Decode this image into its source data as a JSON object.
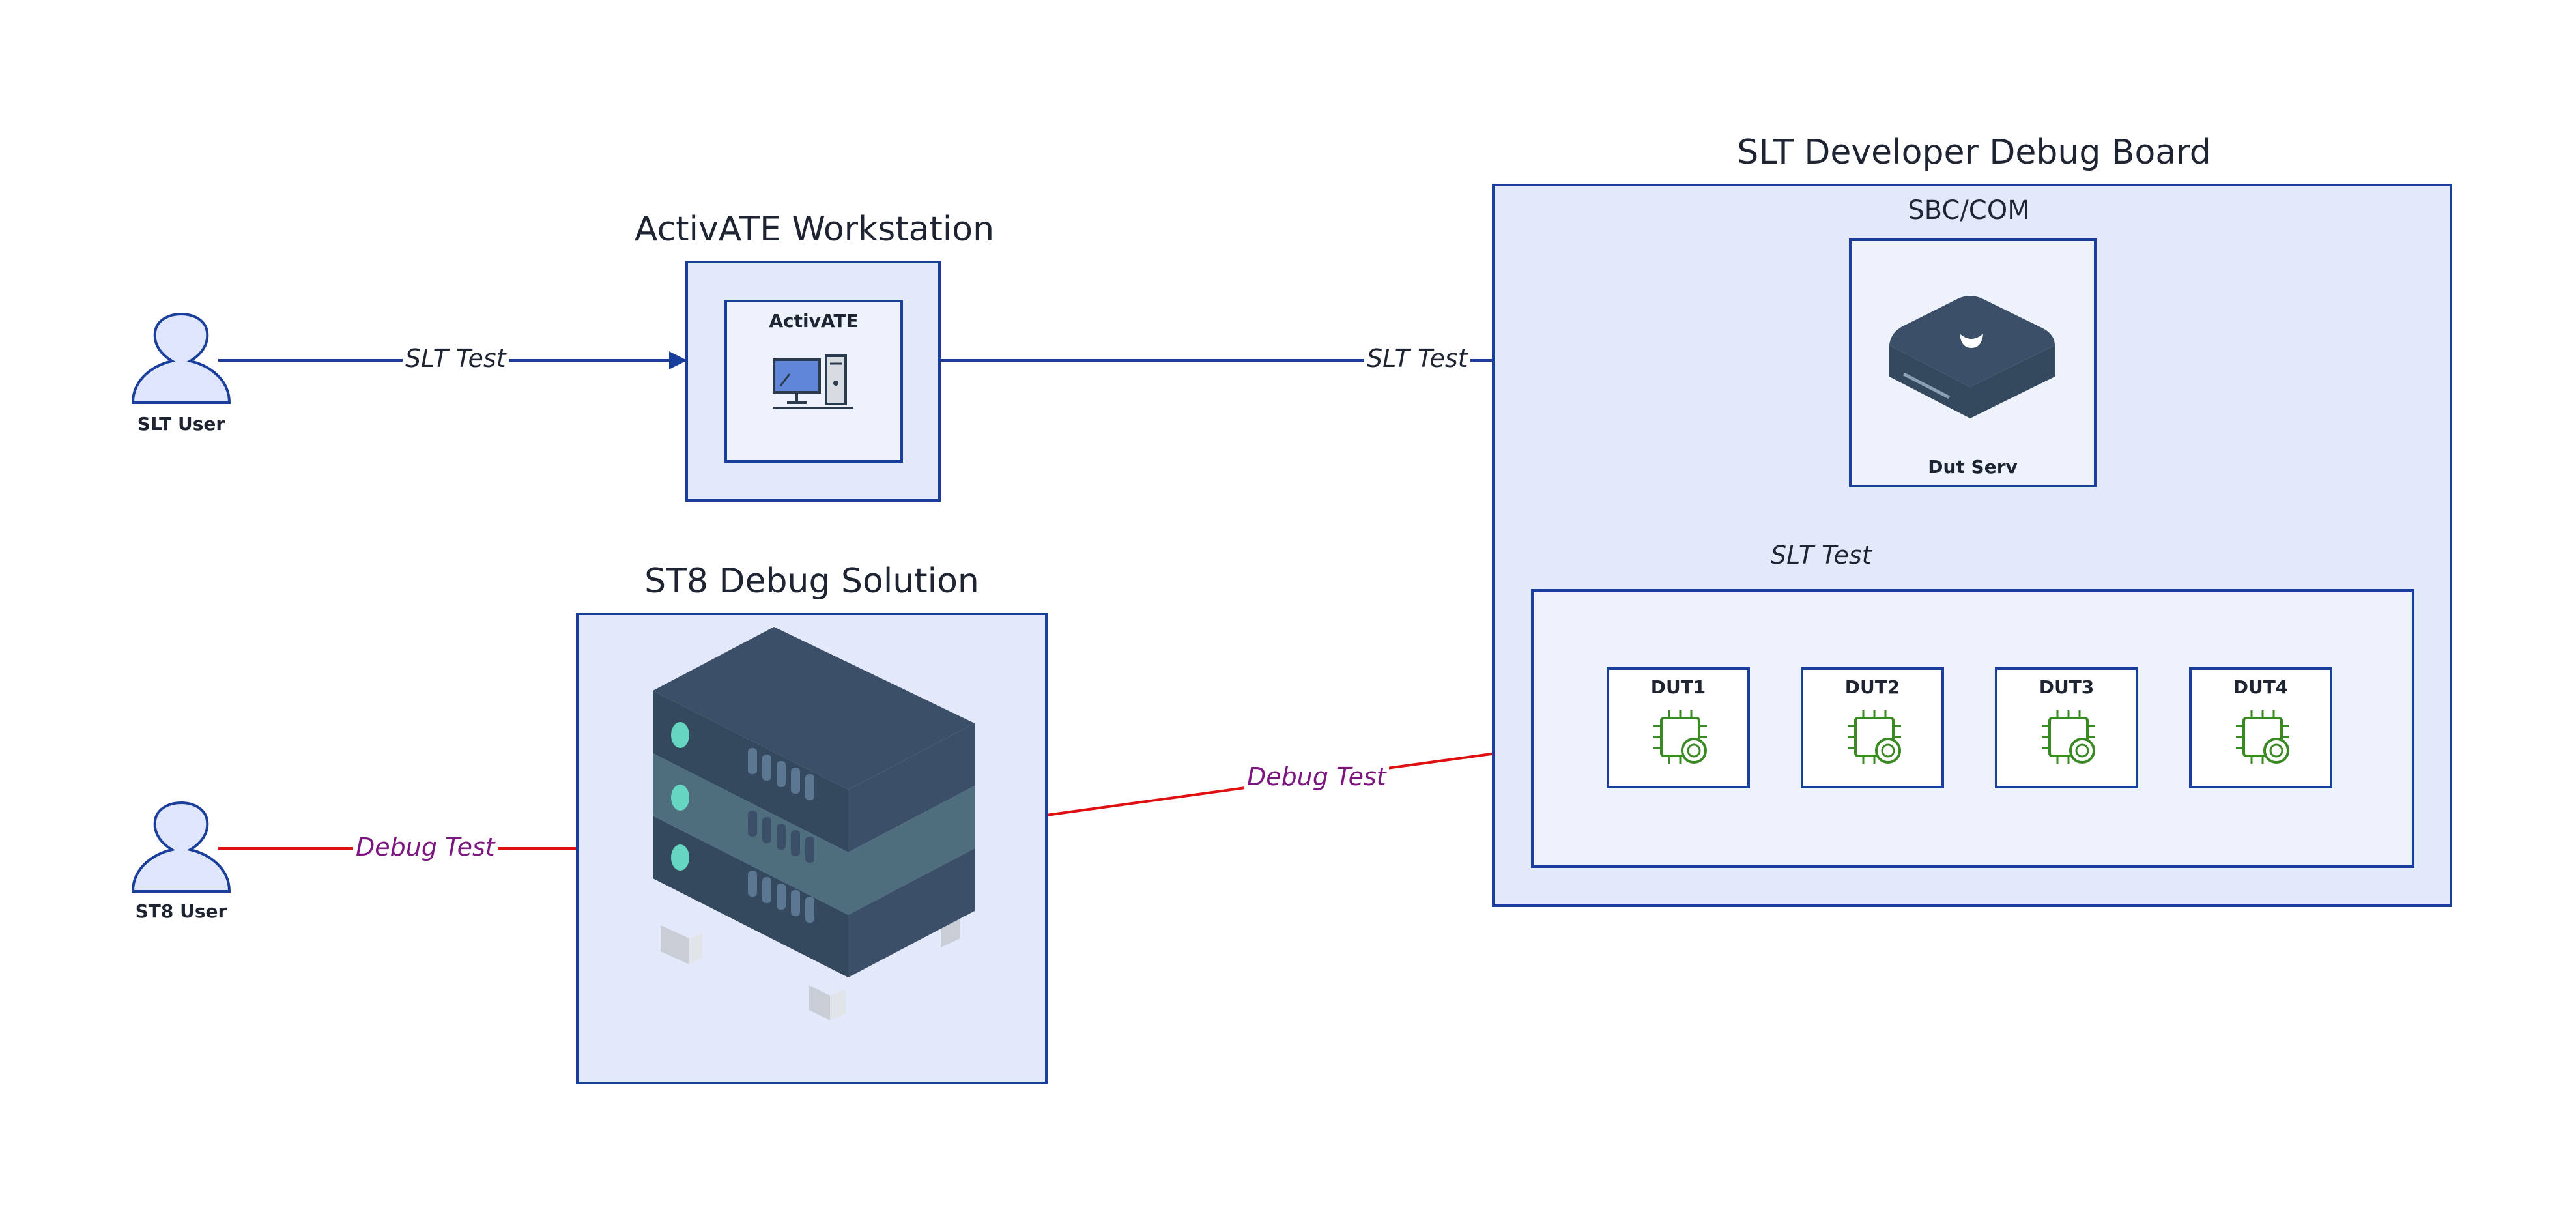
{
  "actors": {
    "slt_user": "SLT User",
    "st8_user": "ST8 User"
  },
  "workstation": {
    "title": "ActivATE Workstation",
    "app_label": "ActivATE",
    "icon": "desktop-computer-icon"
  },
  "st8": {
    "title": "ST8 Debug Solution",
    "icon": "server-rack-icon"
  },
  "board": {
    "title": "SLT Developer Debug Board",
    "sbc_title": "SBC/COM",
    "dut_serv_label": "Dut Serv",
    "icon": "router-box-icon",
    "duts": [
      {
        "label": "DUT1"
      },
      {
        "label": "DUT2"
      },
      {
        "label": "DUT3"
      },
      {
        "label": "DUT4"
      }
    ],
    "dut_icon": "chip-icon"
  },
  "edges": {
    "slt_user_to_workstation": "SLT Test",
    "workstation_to_sbc": "SLT Test",
    "sbc_to_dut1": "SLT Test",
    "st8_user_to_st8": "Debug Test",
    "st8_to_dut1": "Debug Test"
  },
  "colors": {
    "primary_line": "#1a3e9c",
    "debug_line": "#e01010",
    "debug_label": "#7d1580",
    "container_fill": "#e3e9fa",
    "device_dark": "#3b5068"
  }
}
